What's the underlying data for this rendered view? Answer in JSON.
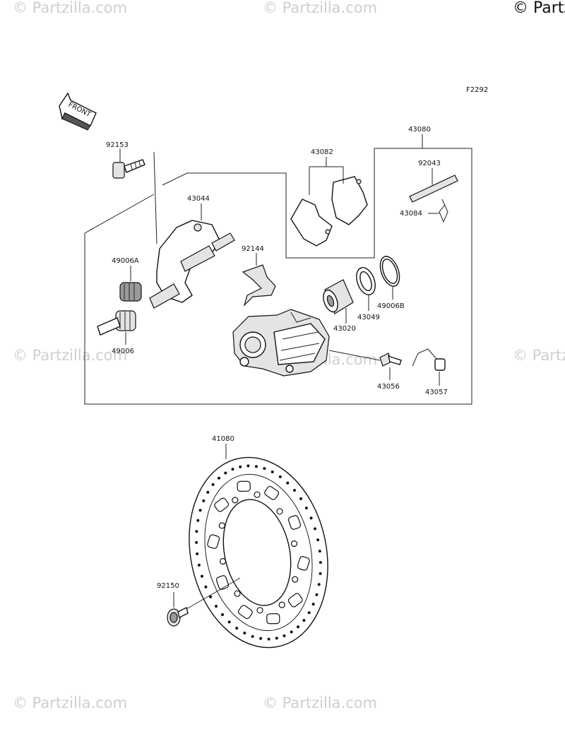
{
  "watermarks": [
    "© Partzilla.com",
    "© Partzilla.com",
    "© Partzilla.com",
    "© Partzilla.com",
    "© Partzilla.com",
    "© Partzilla.com",
    "© Partzilla.com"
  ],
  "copyright": "© Partzilla.com",
  "figure_code": "F2292",
  "front_label": "FRONT",
  "parts": {
    "p92153": "92153",
    "p43044": "43044",
    "p49006A": "49006A",
    "p49006": "49006",
    "p92144": "92144",
    "p43082": "43082",
    "p43080": "43080",
    "p92043": "92043",
    "p43084": "43084",
    "p43020": "43020",
    "p43049": "43049",
    "p49006B": "49006B",
    "p43056": "43056",
    "p43057": "43057",
    "p41080": "41080",
    "p92150": "92150"
  },
  "colors": {
    "line": "#222222",
    "watermark": "#cfcfcf",
    "part_fill": "#e4e4e4"
  }
}
